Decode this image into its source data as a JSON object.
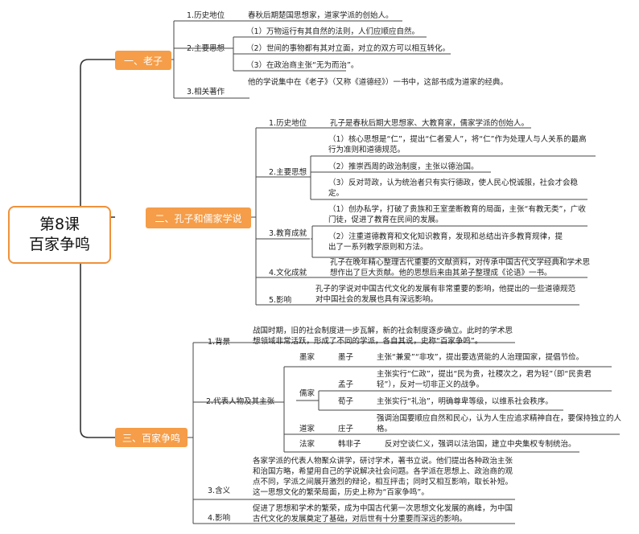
{
  "root": {
    "line1": "第8课",
    "line2": "百家争鸣"
  },
  "laozi": {
    "title": "一、老子",
    "history_label": "1.历史地位",
    "history_text": "春秋后期楚国思想家，道家学派的创始人。",
    "ideas_label": "2.主要思想",
    "ideas": [
      "（1）万物运行有其自然的法则，人们应顺应自然。",
      "（2）世间的事物都有其对立面，对立的双方可以相互转化。",
      "（3）在政治商主张“无为而治”。"
    ],
    "works_label": "3.相关著作",
    "works_text": "他的学说集中在《老子》（又称《道德经》）一书中，这部书成为道家的经典。"
  },
  "confucius": {
    "title": "二、孔子和儒家学说",
    "history_label": "1.历史地位",
    "history_text": "孔子是春秋后期大思想家、大教育家，儒家学派的创始人。",
    "ideas_label": "2.主要思想",
    "ideas": [
      "（1）核心思想是“仁”，提出“仁者爱人”，将“仁”作为处理人与人关系的最高行为准则和道德规范。",
      "（2）推崇西周的政治制度，主张以德治国。",
      "（3）反对苛政，认为统治者只有实行德政，使人民心悦诚服，社会才会稳定。"
    ],
    "edu_label": "3.教育成就",
    "edu": [
      "（1）创办私学，打破了贵族和王室垄断教育的局面，主张“有教无类”，广收门徒，促进了教育在民间的发展。",
      "（2）注重道德教育和文化知识教育，发现和总结出许多教育规律，提出了一系列教学原则和方法。"
    ],
    "culture_label": "4.文化成就",
    "culture_text": "孔子在晚年精心整理古代重要的文献资料，对传承中国古代文学经典和学术思想作出了巨大贡献。他的思想后来由其弟子整理成《论语》一书。",
    "influence_label": "5.影响",
    "influence_text": "孔子的学说对中国古代文化的发展有非常重要的影响，他提出的一些道德规范对中国社会的发展也具有深远影响。"
  },
  "hundred": {
    "title": "三、百家争鸣",
    "bg_label": "1.背景",
    "bg_text": "战国时期，旧的社会制度进一步瓦解，新的社会制度逐步确立。此时的学术思想领域非常活跃，形成了不同的学派，各自其说，史称“百家争鸣”。",
    "reps_label": "2.代表人物及其主张",
    "mohist_school": "墨家",
    "mozi": "墨子",
    "mozi_text": "主张“兼爱”“非攻”，提出要选贤能的人治理国家，提倡节俭。",
    "confucian_school": "儒家",
    "mengzi": "孟子",
    "mengzi_text": "主张实行“仁政”，提出“民为贵，社稷次之，君为轻”（即“民贵君轻”），反对一切非正义的战争。",
    "xunzi": "荀子",
    "xunzi_text": "主张实行“礼治”，明确尊卑等级，以维系社会秩序。",
    "taoist_school": "道家",
    "zhuangzi": "庄子",
    "zhuangzi_text": "强调治国要顺应自然和民心，认为人生应追求精神自在，要保持独立的人格。",
    "legalist_school": "法家",
    "hanfeizi": "韩非子",
    "hanfeizi_text": "反对空谈仁义，强调以法治国，建立中央集权专制统治。",
    "meaning_label": "3.含义",
    "meaning_text": "各家学派的代表人物聚众讲学，研讨学术，著书立说。他们提出各种政治主张和治国方略，希望用自己的学说解决社会问题。各学派在思想上、政治商的观点不同，学派之间展开激烈的辩论，相互抨击；同时又相互影响，取长补短。这一思想文化的繁荣局面，历史上称为“百家争鸣”。",
    "impact_label": "4.影响",
    "impact_text": "促进了思想和学术的繁荣，成为中国古代第一次思想文化发展的高峰，为中国古代文化的发展奠定了基础，对后世有十分重要而深远的影响。"
  },
  "colors": {
    "accent": "#f59d48",
    "root_border": "#f0913a",
    "line": "#333333"
  }
}
